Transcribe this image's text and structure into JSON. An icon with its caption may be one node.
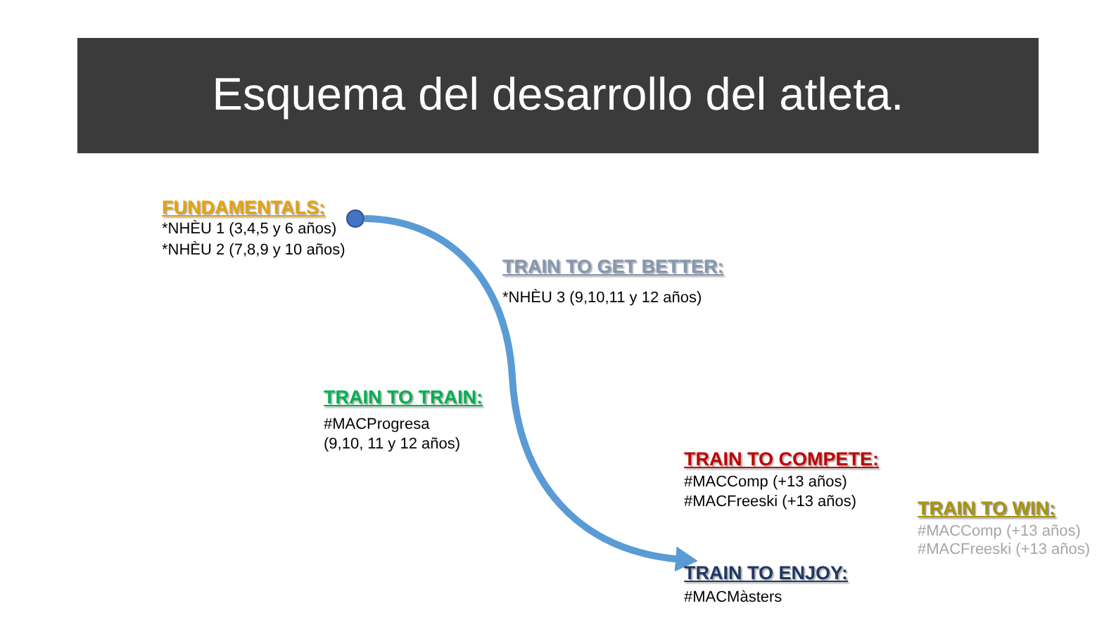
{
  "diagram": {
    "title": "Esquema del desarrollo del atleta.",
    "nodes": [
      {
        "text": [],
        "shape": "circle"
      },
      {
        "text": [
          "TRAIN TO ENJOY:",
          "#MACMàsters"
        ]
      }
    ],
    "edges": [
      {
        "from": 0,
        "to": 1,
        "arrow": "to"
      }
    ],
    "labels": [
      "FUNDAMENTALS:",
      "*NHÈU 1 (3,4,5 y 6 años)",
      "*NHÈU 2 (7,8,9 y 10 años)",
      "TRAIN TO GET BETTER:",
      "*NHÈU 3 (9,10,11 y 12 años)",
      "TRAIN TO TRAIN:",
      "#MACProgresa (9,10, 11 y 12 años)",
      "TRAIN TO COMPETE:",
      "#MACComp (+13 años)",
      "#MACFreeski (+13 años)",
      "TRAIN TO WIN:",
      "#MACComp (+13 años)",
      "#MACFreeski (+13 años)"
    ]
  }
}
